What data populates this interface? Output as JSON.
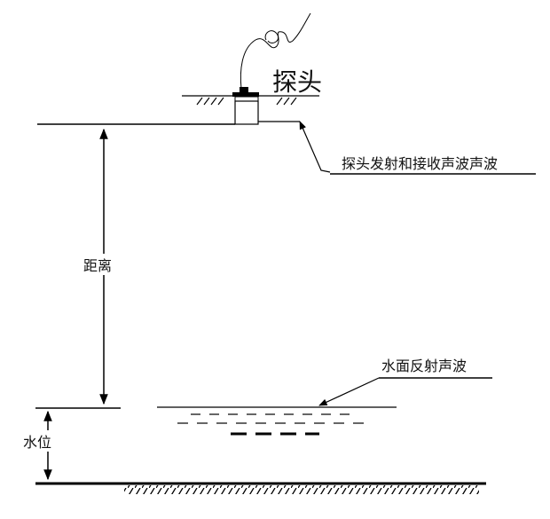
{
  "labels": {
    "probe": "探头",
    "probe_emit": "探头发射和接收声波声波",
    "distance": "距离",
    "water_reflect": "水面反射声波",
    "water_level": "水位"
  },
  "colors": {
    "line": "#000000",
    "background": "#ffffff"
  }
}
